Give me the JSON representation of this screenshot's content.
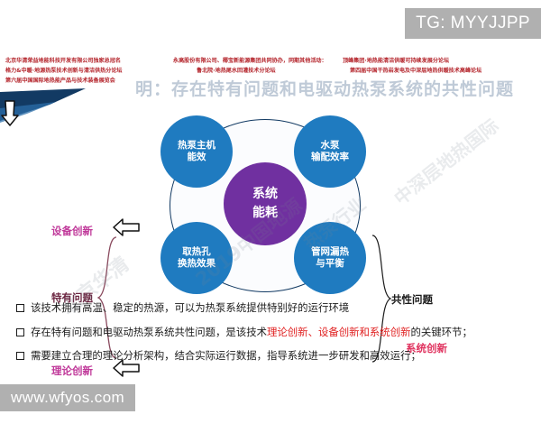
{
  "overlay": {
    "tg_badge": "TG: MYYJJPP",
    "site_badge": "www.wfyos.com",
    "faded_title": "明：存在特有问题和电驱动热泵系统的共性问题",
    "watermarks": [
      "北京华清",
      "2019中国地源",
      "热泵行业",
      "中深层地热国际"
    ]
  },
  "header": {
    "left_line1": "北京华清荣益地能科技开发有限公司独家总冠名",
    "left_line2": "格力&中暖·地源热泵技术创新与清洁供热分论坛",
    "left_line3": "第六届中国国际地热能产品与技术装备展览会",
    "right_line1": "永高股份有限公司、椰宝新能源集团共同协办，同期其他活动：",
    "right_line2": "鲁北院·地热尾水回灌技术分论坛",
    "right_line3": "顶峰集团·地热能清洁供暖可持续发展分论坛",
    "right_line4": "第四届中国干热岩发电及中深层地热供暖技术高峰论坛"
  },
  "diagram": {
    "center": {
      "line1": "系统",
      "line2": "能耗"
    },
    "nodes": [
      {
        "id": "top-left",
        "line1": "热泵主机",
        "line2": "能效"
      },
      {
        "id": "top-right",
        "line1": "水泵",
        "line2": "输配效率"
      },
      {
        "id": "bottom-left",
        "line1": "取热孔",
        "line2": "换热效果"
      },
      {
        "id": "bottom-right",
        "line1": "管网漏热",
        "line2": "与平衡"
      }
    ],
    "labels": {
      "equipment_innovation": "设备创新",
      "unique_problems": "特有问题",
      "theory_innovation": "理论创新",
      "common_problems": "共性问题",
      "system_innovation": "系统创新"
    },
    "colors": {
      "node_blue": "#1F7BC0",
      "center_purple": "#7030A0",
      "ring_navy": "#123A63",
      "label_pink": "#C0399A",
      "label_red": "#E0335F",
      "header_red": "#B4242B"
    }
  },
  "bullets": [
    {
      "marker": "square",
      "parts": [
        {
          "text": "该技术拥有高温、稳定的热源，可以为热泵系统提供特别好的运行环境",
          "highlight": false
        }
      ]
    },
    {
      "marker": "square",
      "parts": [
        {
          "text": "存在特有问题和电驱动热泵系统共性问题，是该技术",
          "highlight": false
        },
        {
          "text": "理论创新、设备创新和系统创新",
          "highlight": true
        },
        {
          "text": "的关键环节；",
          "highlight": false
        }
      ]
    },
    {
      "marker": "square",
      "parts": [
        {
          "text": "需要建立合理的理论分析架构，结合实际运行数据，指导系统进一步研发和高效运行；",
          "highlight": false
        }
      ]
    }
  ]
}
